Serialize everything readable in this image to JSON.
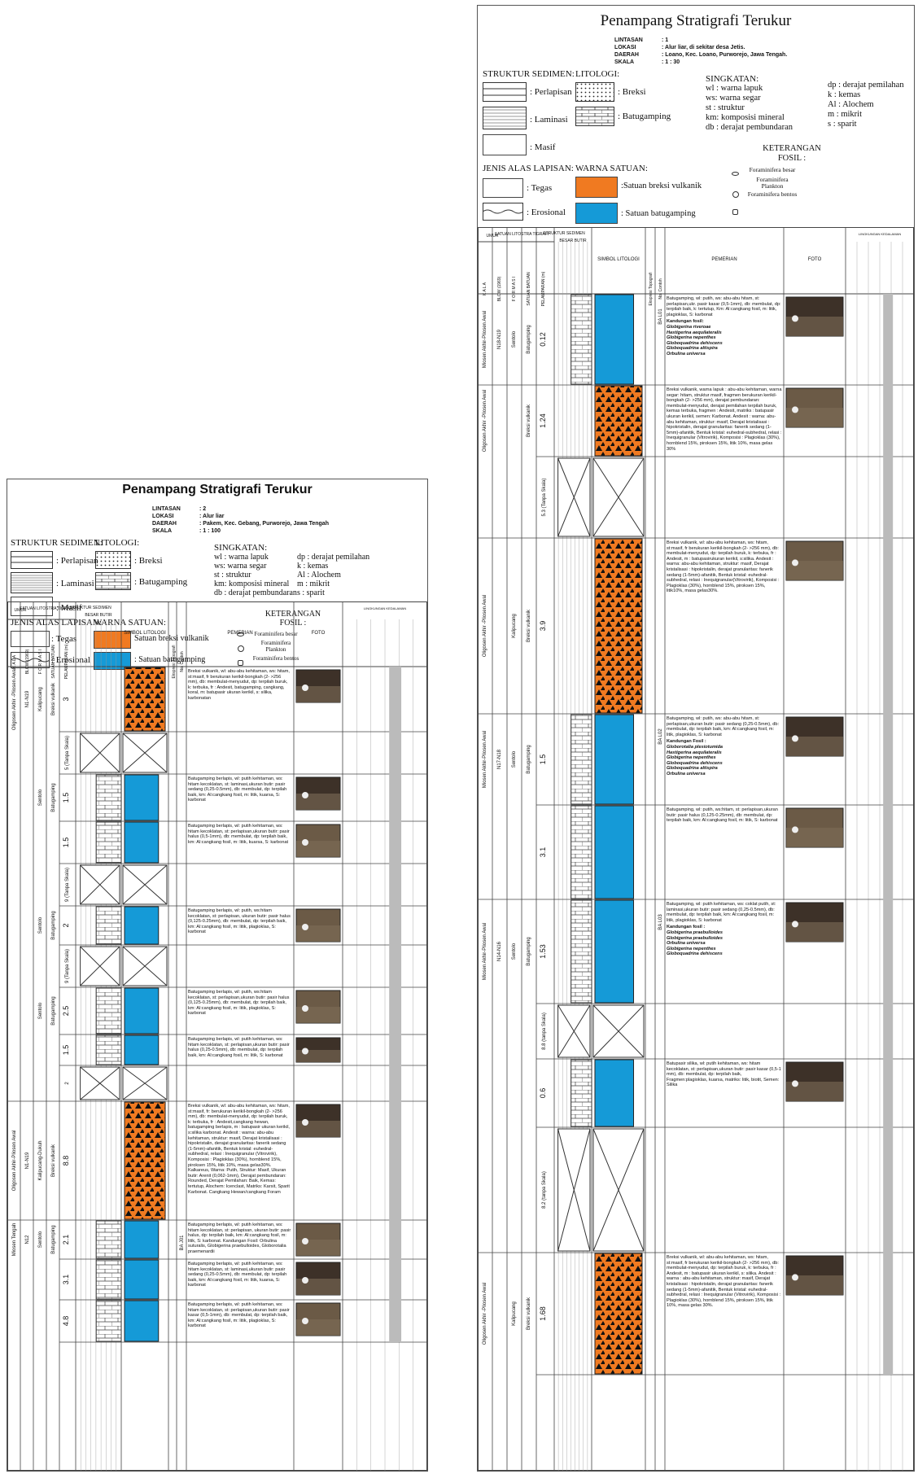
{
  "colors": {
    "breksi_fill": "#f07a21",
    "batugamping_fill": "#159ad7",
    "line": "#222"
  },
  "legend_labels": {
    "struktur_header": "STRUKTUR SEDIMEN:",
    "litologi_header": "LITOLOGI:",
    "perlapisan": ": Perlapisan",
    "laminasi": ": Laminasi",
    "masif": ": Masif",
    "breksi": ": Breksi",
    "batugamping": ": Batugamping",
    "singkatan_header": "SINGKATAN:",
    "singkatan": [
      "wl : warna lapuk",
      "ws: warna segar",
      "st  : struktur",
      "km: komposisi mineral",
      "db : derajat pembundaran"
    ],
    "singkatan2": [
      "dp : derajat pemilahan",
      "k   : kemas",
      "Al  : Alochem",
      "m  : mikrit",
      "s   : sparit"
    ],
    "jenis_header": "JENIS ALAS LAPISAN:",
    "tegas": ": Tegas",
    "erosional": ": Erosional",
    "warna_header": "WARNA SATUAN:",
    "satuan_breksi_left": "Satuan breksi vulkanik",
    "satuan_breksi_right": ":Satuan breksi vulkanik",
    "satuan_gamping": ": Satuan batugamping",
    "fosil_header": "KETERANGAN FOSIL :",
    "fosil": [
      "Foraminifera besar",
      "Foraminifera Plankton",
      "Foraminifera bentos"
    ]
  },
  "headers": {
    "umur": "UMUR",
    "satuan": "SATUAN LITOSTRA TIGRAFI",
    "struktur": "STRUKTUR SEDIMEN",
    "besar_butir": "BESAR BUTIR",
    "kala": "K A L A",
    "blow": "BLOW (1969)",
    "formasi": "F O R M A S I",
    "satuan_batuan": "SATUAN BATUAN",
    "pelamparan": "PELAMPARAN (m)",
    "simbol": "SIMBOL LITOLOGI",
    "ekspresi": "Ekspresi Topografi",
    "no_contoh": "No. Contoh",
    "pemerian": "PEMERIAN",
    "foto": "FOTO",
    "lingkungan": "LINGKUNGAN KEDALAMAN"
  },
  "left_sheet": {
    "title": "Penampang Stratigrafi Terukur",
    "info": [
      [
        "LINTASAN",
        ": 2"
      ],
      [
        "LOKASI",
        ": Alur liar"
      ],
      [
        "DAERAH",
        ": Pakem, Kec. Gebang, Purworejo, Jawa Tengah"
      ],
      [
        "SKALA",
        ": 1 : 100"
      ]
    ],
    "rows": [
      {
        "kala": "Oligosen Akhir -Pliosen Awal",
        "blow": "N1-N19",
        "formasi": "Kalipucang",
        "satuan": "Breksi vulkanik",
        "tebal": "3",
        "lith": "breksi",
        "desc": "Breksi vulkanik, wl: abu-abu kehitaman, ws: hitam, st:masif, fr berukuran kerikil-bongkah (2- >256 mm), db: membulat-menyudut, dp: terpilah buruk, k: terbuka, fr : Andesit, batugamping, cangkang, koral, m: batupasir ukuran kerikil, s: silika, karbonatan"
      },
      {
        "kala": "",
        "blow": "",
        "formasi": "",
        "satuan": "",
        "tebal": "5 (Tanpa Skala)",
        "lith": "gap",
        "desc": ""
      },
      {
        "kala": "",
        "blow": "",
        "formasi": "Sentolo",
        "satuan": "Batugamping",
        "tebal": "1.5",
        "lith": "gamping",
        "desc": "Batugamping berlapis, wl: putih kehitaman, ws: hitam kecoklatan, st: laminasi,ukuran butir: pasir sedang (0,25-0.5mm), db: membulat, dp: terpilah baik, km: Al:cangkang fosil, m: litik, kuarsa, S: karbonat"
      },
      {
        "kala": "",
        "blow": "",
        "formasi": "",
        "satuan": "",
        "tebal": "1.5",
        "lith": "gamping",
        "desc": "Batugamping berlapis, wl: putih kehitaman, ws: hitam kecoklatan, st: perlapisan,ukuran butir: pasir halus (0,5-1mm), db: membulat, dp: terpilah baik, km: Al:cangkang fosil, m: litik, kuarsa, S: karbonat"
      },
      {
        "kala": "",
        "blow": "",
        "formasi": "",
        "satuan": "",
        "tebal": "9 (Tanpa Skala)",
        "lith": "gap",
        "desc": ""
      },
      {
        "kala": "",
        "blow": "",
        "formasi": "Sentolo",
        "satuan": "Batugamping",
        "tebal": "2",
        "lith": "gamping",
        "desc": "Batugamping berlapis, wl: putih, ws:hitam kecoklatan, st: perlapisan, ukuran butir: pasir halus (0,125-0.25mm), db: membulat, dp: terpilah baik, km: Al:cangkang fosil, m: litik, plagioklas, S: karbonat"
      },
      {
        "kala": "",
        "blow": "",
        "formasi": "",
        "satuan": "",
        "tebal": "9 (Tanpa Skala)",
        "lith": "gap",
        "desc": ""
      },
      {
        "kala": "",
        "blow": "",
        "formasi": "Sentolo",
        "satuan": "Batugamping",
        "tebal": "2.5",
        "lith": "gamping",
        "desc": "Batugamping berlapis, wl: putih, ws:hitam kecoklatan, st: perlapisan,ukuran butir: pasir halus (0,125-0.25mm), db: membulat, dp: terpilah baik, km: Al:cangkang fosil, m: litik, plagioklas, S: karbonat"
      },
      {
        "kala": "",
        "blow": "",
        "formasi": "",
        "satuan": "",
        "tebal": "1.5",
        "lith": "gamping",
        "desc": "Batugamping berlapis, wl: putih kehitaman, ws: hitam kecoklatan, st: perlapisan,ukuran butir: pasir halus (0,25-0.5mm), db: membulat, dp: terpilah baik, km: Al:cangkang fosil, m: litik, S: karbonat"
      },
      {
        "kala": "",
        "blow": "",
        "formasi": "",
        "satuan": "",
        "tebal": "2",
        "lith": "gap",
        "desc": ""
      },
      {
        "kala": "Oligosen Akhir-Pliosen Awal",
        "blow": "N1-N19",
        "formasi": "Kalipucang-Dukuh",
        "satuan": "Breksi vulkanik",
        "tebal": "8.8",
        "lith": "breksi",
        "desc": "Breksi vulkanik, wl: abu-abu kehitaman, ws: hitam, st:masif, fr: berukuran kerikil-bongkah (2- >256 mm), db: membulat-menyudut, dp: terpilah buruk, k: terbuka, fr : Andesit,cangkang hewan, batugamping berlapis, m : batupasir ukuran kerikil, s:silika karbonat. Andesit : warna: abu-abu kehitaman, struktur: masif, Derajat kristalisasi : hipokristalin, derajat granularitas: fanerik sedang (1-5mm)-afanitik, Bentuk kristal: euhedral-subhedral, relasi : Inequigranular (Vitrovirik), Komposisi : Plagioklas (30%), hornblend 15%, piroksen 15%, litik 10%, masa gelas30%. Kalkareus, Warna: Putih, Struktur: Masif, Ukuran butir: Arenit (0,062-1mm), Derajat pembundaran: Rounded, Derajat Pemilahan: Baik, Kemas: tertutup, Alochem: Icenclast, Matriks: Karsit, Sparit Karbonat. Cangkang Hewan/cangkang Foram"
      },
      {
        "kala": "Miosen Tengah",
        "blow": "N12",
        "formasi": "Sentolo",
        "satuan": "Batugamping",
        "tebal": "2.1",
        "lith": "gamping",
        "no": "BA J01",
        "desc": "Batugamping berlapis, wl: putih kehitaman, ws: hitam kecoklatan, st: perlapisan, ukuran butir: pasir halus, dp: terpilah baik, km: Al:cangkang fosil, m: litik, S: karbonat. Kandungan Fosil: Orbulina suturalis, Globigerina praebulloides, Globorotalia praemenardii"
      },
      {
        "kala": "",
        "blow": "",
        "formasi": "",
        "satuan": "",
        "tebal": "3.1",
        "lith": "gamping",
        "desc": "Batugamping berlapis, wl: putih kehitaman, ws: hitam kecoklatan, st: laminasi,ukuran butir: pasir sedang (0,25-0.5mm), db: membulat, dp: terpilah baik, km: Al:cangkang fosil, m: litik, kuarsa, S: karbonat"
      },
      {
        "kala": "",
        "blow": "",
        "formasi": "",
        "satuan": "",
        "tebal": "4.8",
        "lith": "gamping",
        "desc": "Batugamping berlapis, wl: putih kehitaman, ws: hitam kecoklatan, st: perlapisan,ukuran butir: pasir kasar (0,5-1mm), db: membulat, dp: terpilah baik, km: Al:cangkang fosil, m: litik, plagioklas, S: karbonat"
      }
    ]
  },
  "right_sheet": {
    "title": "Penampang Stratigrafi Terukur",
    "info": [
      [
        "LINTASAN",
        ": 1"
      ],
      [
        "LOKASI",
        ": Alur liar, di sekitar desa Jetis."
      ],
      [
        "DAERAH",
        ": Loano, Kec. Loano, Purworejo, Jawa Tengah."
      ],
      [
        "SKALA",
        ": 1 : 30"
      ]
    ],
    "rows": [
      {
        "kala": "Miosen Akhir-Pliosen Awal",
        "blow": "N18-N19",
        "formasi": "Sentolo",
        "satuan": "Batugamping",
        "tebal": "0.12",
        "lith": "gamping",
        "no": "BA L01",
        "desc": "Batugamping, wl: putih, ws: abu-abu hitam, st: perlapisan,ukr. pasir kasar (0,5-1mm), db: membulat, dp: terpilah baik, k: tertutup, Km: Al:cangkang fosil, m: litik, plagioklas, S: karbonat",
        "fossils": [
          "Kandungan fosil:",
          "Globigerina riveroae",
          "Hastigerina aequilateralis",
          "Globigerina nepenthes",
          "Globoquadrina dehiscens",
          "Globoquadrina altispira",
          "Orbulina universa"
        ]
      },
      {
        "kala": "Oligosen Akhir -Pliosen Awal",
        "blow": "",
        "formasi": "",
        "satuan": "Breksi vulkanik",
        "tebal": "1.24",
        "lith": "breksi",
        "desc": "Breksi vulkanik, warna lapuk : abu-abu kehitaman, warna segar: hitam, struktur masif, fragmen berukuran kerikil-bongkah (2- >256 mm), derajat pembundaran: membulat-menyudut, derajat pemilahan terpilah buruk, kemas terbuka, fragmen : Andesit, matriks : batupasir ukuran kerikil, semen: Karbonat. Andesit : warna: abu-abu kehitaman, struktur: masif, Derajat kristalisasi : hipokristalin, derajat granularitas: fanerik sedang (1-5mm)-afanitik, Bentuk kristal: euhedral-subhedral, relasi : Inequigranular (Vitrovirik), Komposisi : Plagioklas (30%), hornblend 15%, piroksen 15%, litik 10%, masa gelas 30%"
      },
      {
        "kala": "",
        "blow": "",
        "formasi": "",
        "satuan": "",
        "tebal": "5.3 (Tanpa Skala)",
        "lith": "gap",
        "desc": ""
      },
      {
        "kala": "Oligosen Akhir -Pliosen Awal",
        "blow": "",
        "formasi": "Kalipucang",
        "satuan": "Breksi vulkanik",
        "tebal": "3.9",
        "lith": "breksi",
        "desc": "Breksi vulkanik, wl: abu-abu kehitaman, ws: hitam, st:masif, fr berukuran kerikil-bongkah (2- >256 mm), db: membulat-menyudut, dp: terpilah buruk, k: terbuka, fr : Andesit, m : batupasirukuran kerikil, s:silika. Andesit : warna: abu-abu kehitaman, struktur: masif, Derajat kristalisasi : hipokristalin, derajat granularitas: fanerik sedang (1-5mm)-afanitik, Bentuk kristal: euhedral-subhedral, relasi : Inequigranular(Vitrovirik), Komposisi : Plagioklas (30%), hornblend 15%, piroksen 15%, litik10%, masa gelas30%."
      },
      {
        "kala": "Miosen Akhir-Pliosen Awal",
        "blow": "N17-N18",
        "formasi": "Sentolo",
        "satuan": "Batugamping",
        "tebal": "1.5",
        "lith": "gamping",
        "no": "BA L02",
        "desc": "Batugamping, wl: putih, ws: abu-abu hitam, st: perlapisan,ukuran butir: pasir sedang (0,25-0.5mm), db: membulat, dp: terpilah baik, km: Al:cangkang fosil, m: litik, plagioklas, S: karbonat",
        "fossils": [
          "Kandungan Fosil :",
          "Globorotalia plesiotumida",
          "Hastigerina aequilateralis",
          "Globigerina nepenthes",
          "Globoquadrina dehiscens",
          "Globoquadrina altispira",
          "Orbulina universa"
        ]
      },
      {
        "kala": "",
        "blow": "",
        "formasi": "",
        "satuan": "",
        "tebal": "3.1",
        "lith": "gamping",
        "desc": "Batugamping, wl: putih, ws:hitam, st: perlapisan,ukuran butir: pasir halus (0,125-0.25mm), db: membulat, dp: terpilah baik, km: Al:cangkang fosil, m: litik, S: karbonat"
      },
      {
        "kala": "Miosen Akhir-Pliosen Awal",
        "blow": "N14-N16",
        "formasi": "Sentolo",
        "satuan": "Batugamping",
        "tebal": "1.53",
        "lith": "gamping",
        "no": "BA L03",
        "desc": "Batugamping, wl: putih kehitaman, ws: coklat putih, st: laminasi,ukuran butir: pasir sedang (0,25-0.5mm), db: membulat, dp: terpilah baik, km: Al:cangkang fosil, m: litik, plagioklas, S: karbonat",
        "fossils": [
          "Kandungan fosil :",
          "Globigerina praebulloides",
          "Globigerina praebulloides",
          "Orbulina universa",
          "Globigerina nepenthes",
          "Globoquadrina dehiscens"
        ]
      },
      {
        "kala": "",
        "blow": "",
        "formasi": "",
        "satuan": "",
        "tebal": "8.8 (tanpa Skala)",
        "lith": "gap",
        "desc": ""
      },
      {
        "kala": "",
        "blow": "",
        "formasi": "",
        "satuan": "",
        "tebal": "0.6",
        "lith": "gamping",
        "desc": "Batupasir silika, wl: putih kehitaman, ws: hitam kecoklatan, st: perlapisan,ukuran butir: pasir kasar (0,5-1 mm), db: membulat, dp: terpilah baik, Fragmen:plagioklas, kuarsa, matriks: litik, biotit, Semen: Silika"
      },
      {
        "kala": "",
        "blow": "",
        "formasi": "",
        "satuan": "",
        "tebal": "8.2 (tanpa Skala)",
        "lith": "gap",
        "desc": ""
      },
      {
        "kala": "Oligosen Akhir -Pliosen Awal",
        "blow": "",
        "formasi": "Kalipucang",
        "satuan": "Breksi vulkanik",
        "tebal": "1.68",
        "lith": "breksi",
        "desc": "Breksi vulkanik, wl: abu-abu kehitaman, ws: hitam, st:masif, fr berukuran kerikil-bongkah (2- >256 mm), db: membulat-menyudut, dp: terpilah buruk, k: terbuka, fr : Andesit, m : batupasir ukuran kerikil, s: silika. Andesit : warna : abu-abu kehitaman, struktur: masif, Derajat kristalisasi : hipokristalin, derajat granularitas: fanerik sedang (1-5mm)-afanitik, Bentuk kristal: euhedral-subhedral, relasi : Inequigranular (Vitrovirik), Komposisi : Plagioklas (30%), hornblend 15%, piroksen 15%, litik 10%, masa gelas 30%."
      }
    ]
  }
}
